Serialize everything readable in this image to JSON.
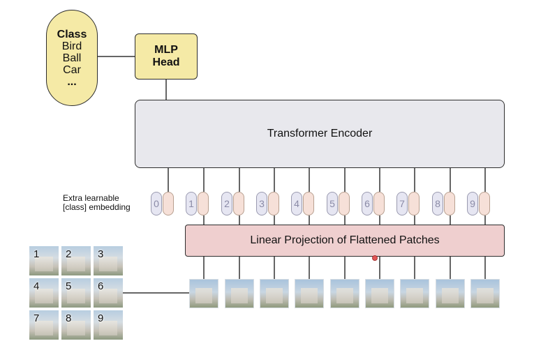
{
  "class_box": {
    "title": "Class",
    "items": [
      "Bird",
      "Ball",
      "Car",
      "..."
    ]
  },
  "mlp_head": {
    "line1": "MLP",
    "line2": "Head"
  },
  "encoder": {
    "label": "Transformer Encoder"
  },
  "projection": {
    "label": "Linear Projection of Flattened Patches"
  },
  "extra_embedding": {
    "line1": "Extra learnable",
    "line2": "[class] embedding"
  },
  "tokens": [
    "0",
    "1",
    "2",
    "3",
    "4",
    "5",
    "6",
    "7",
    "8",
    "9"
  ],
  "grid_numbers": [
    "1",
    "2",
    "3",
    "4",
    "5",
    "6",
    "7",
    "8",
    "9"
  ],
  "colors": {
    "yellow_box": "#f5eaa6",
    "encoder_fill": "#e8e8ed",
    "projection_fill": "#efcfcf",
    "token_position": "#e6e6f2",
    "token_embed": "#f6e0d8"
  }
}
